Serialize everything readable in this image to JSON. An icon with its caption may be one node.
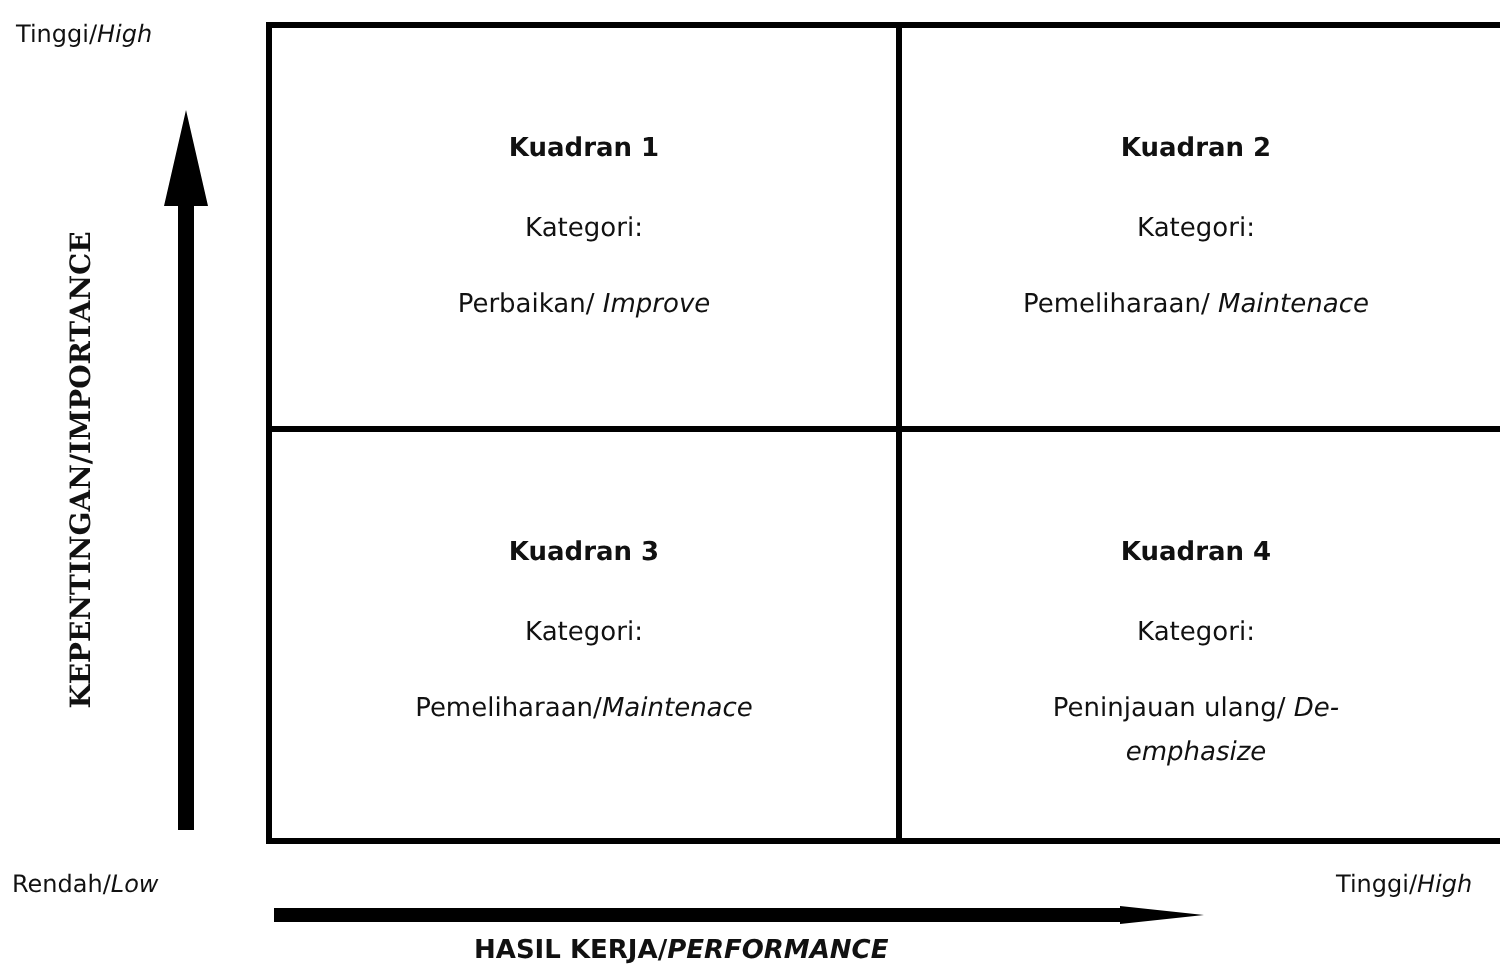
{
  "diagram": {
    "nodes": [
      {
        "text": [
          "Kuadran 1",
          "Kategori:",
          "Perbaikan/ *Improve*"
        ]
      },
      {
        "text": [
          "Kuadran 2",
          "Kategori:",
          "Pemeliharaan/ *Maintenace*"
        ]
      },
      {
        "text": [
          "Kuadran 3",
          "Kategori:",
          "Pemeliharaan/*Maintenace*"
        ]
      },
      {
        "text": [
          "Kuadran 4",
          "Kategori:",
          "Peninjauan ulang/ *De-emphasize*"
        ]
      }
    ],
    "labels": [
      "Tinggi/*High*",
      "KEPENTINGAN/IMPORTANCE",
      "Rendah/*Low*",
      "Tinggi/*High*",
      "HASIL KERJA/*PERFORMANCE*"
    ]
  }
}
